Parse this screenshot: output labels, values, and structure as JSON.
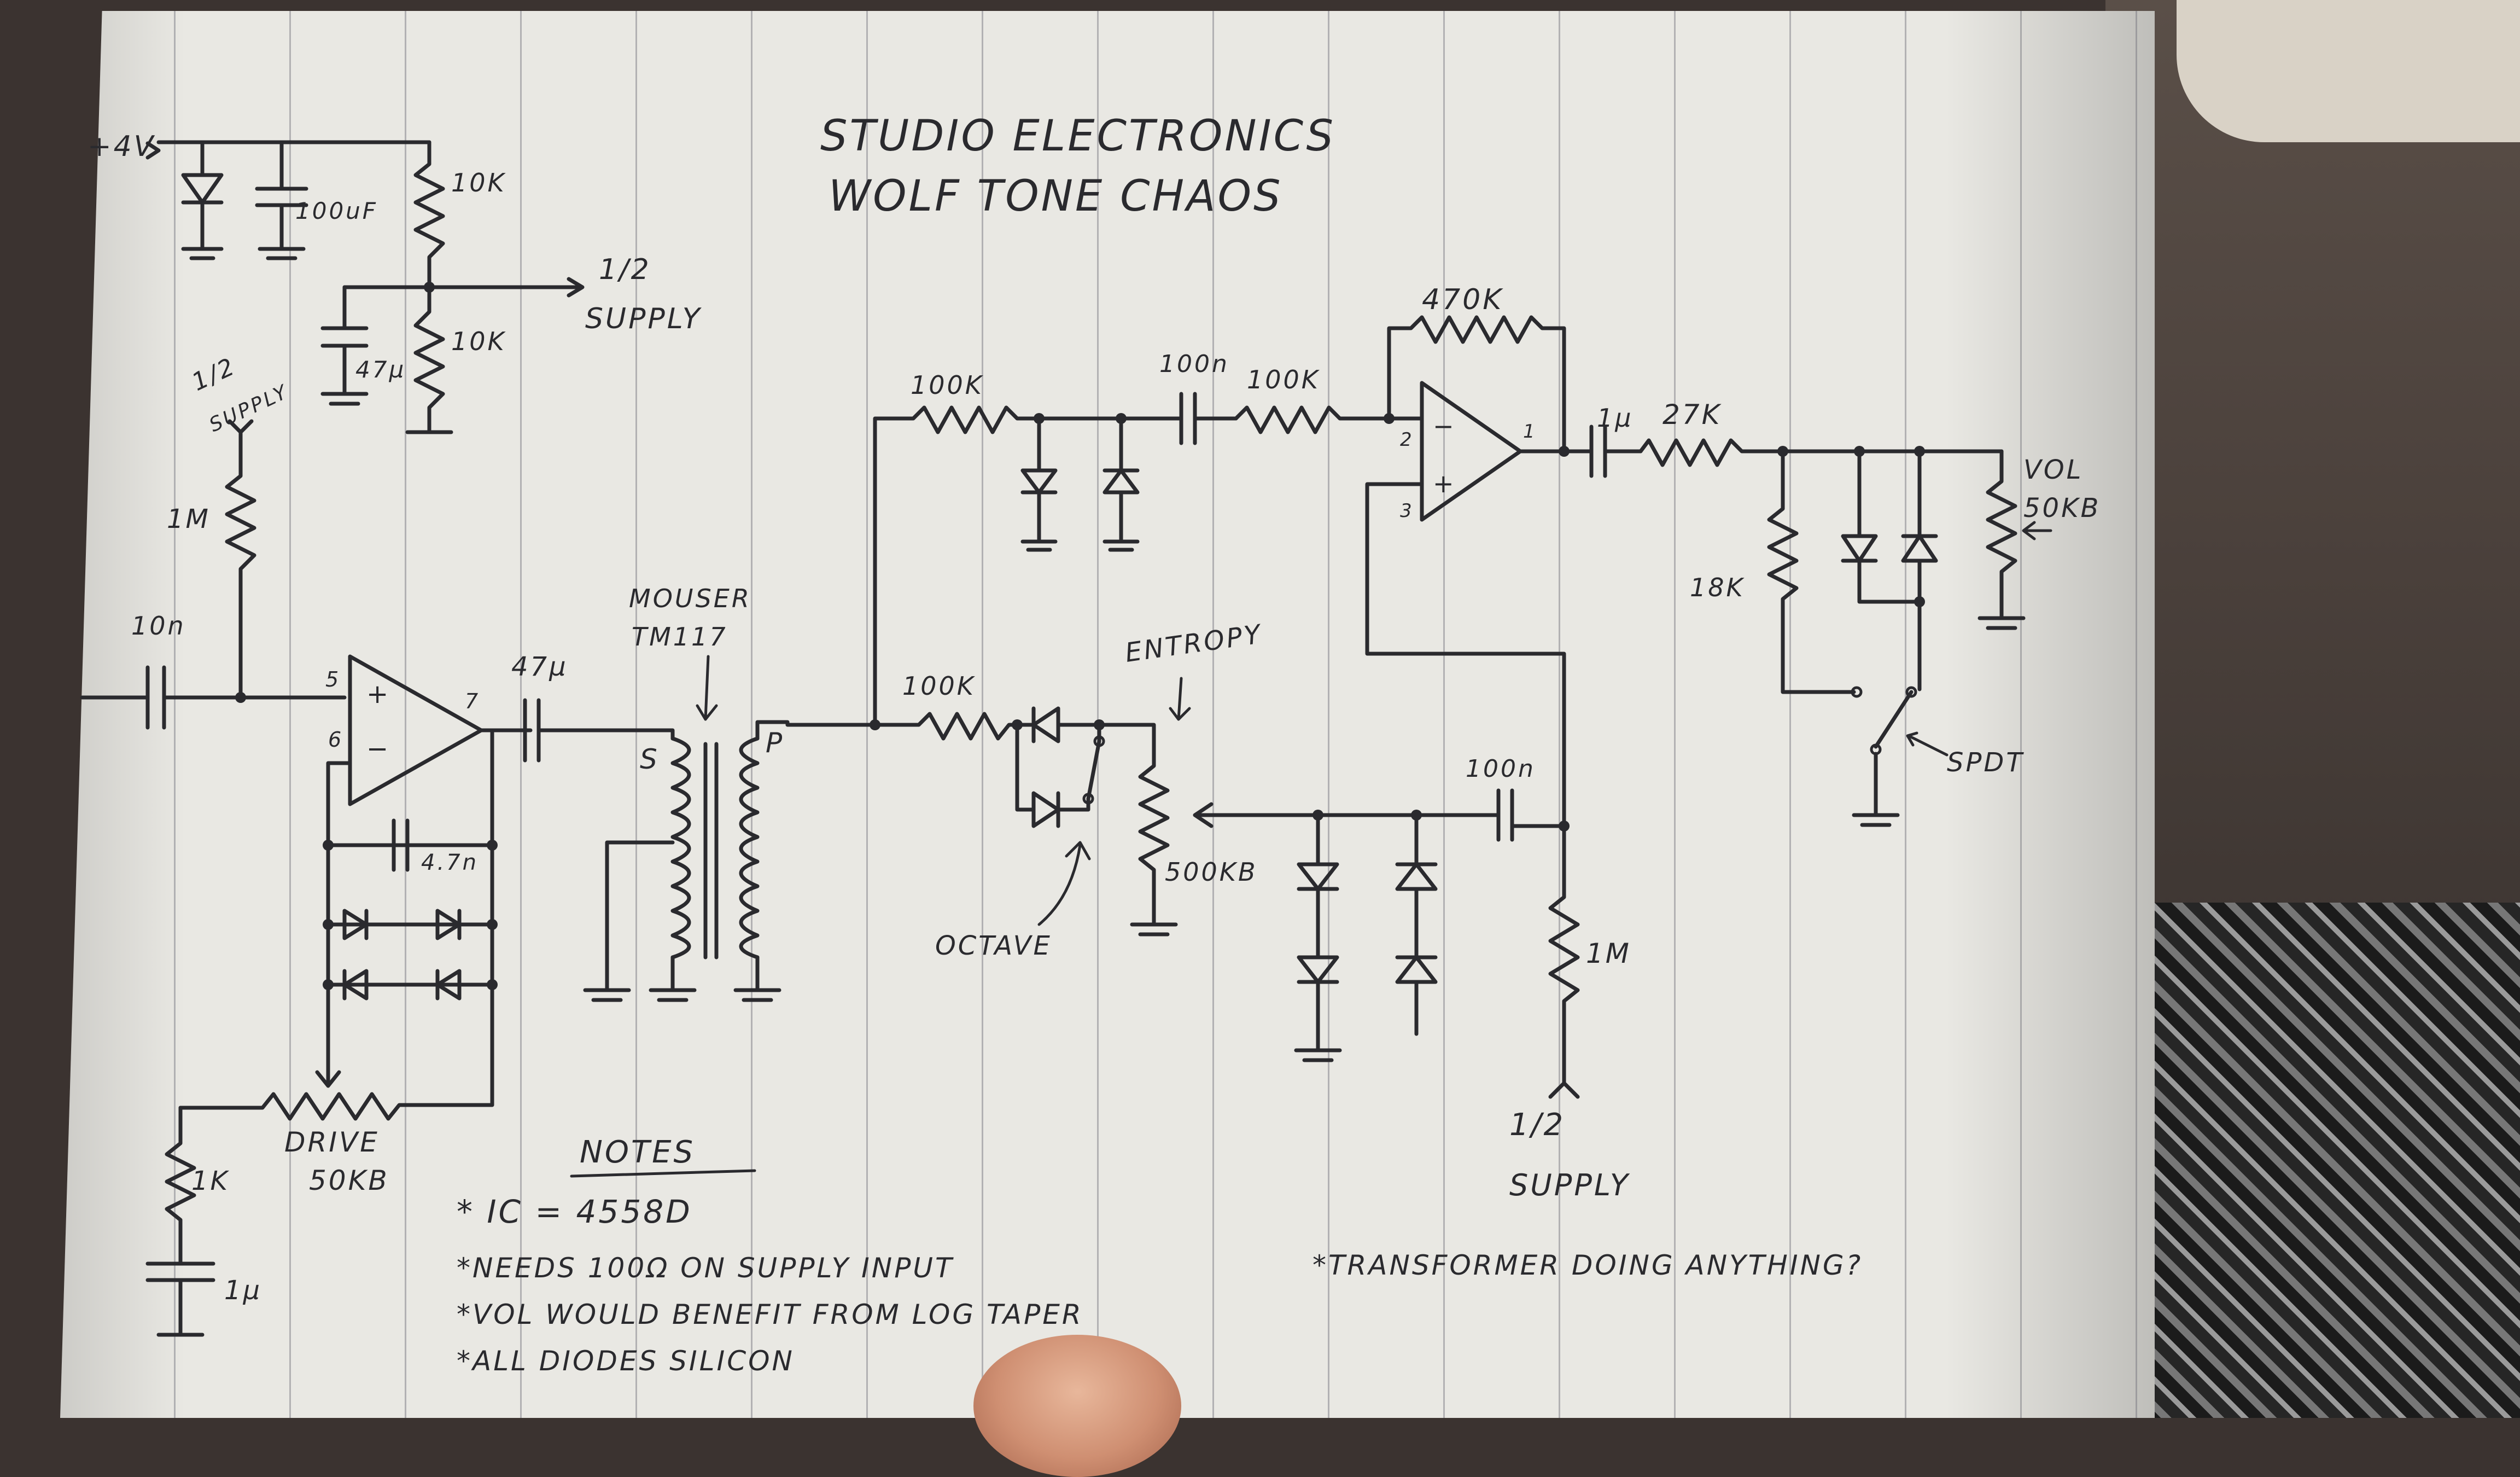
{
  "title": {
    "line1": "STUDIO ELECTRONICS",
    "line2": "WOLF TONE CHAOS"
  },
  "labels": {
    "power_in": "+4V",
    "cap_100uf": "100uF",
    "res_10k_top": "10K",
    "res_10k_bottom": "10K",
    "half_supply_out": "1/2",
    "supply_out": "SUPPLY",
    "cap_47u": "47μ",
    "half_supply_in_label": "1/2",
    "half_supply_in_label2": "SUPPLY",
    "res_1m_bias": "1M",
    "cap_10n": "10n",
    "pin5": "5",
    "pin6": "6",
    "pin7": "7",
    "cap_47u_out": "47μ",
    "cap_47n": "4.7n",
    "mouser_line1": "MOUSER",
    "mouser_line2": "TM117",
    "sec_s": "S",
    "pri_p": "P",
    "res_100k_fb": "100K",
    "cap_100n_mid": "100n",
    "res_100k_in": "100K",
    "res_470k": "470K",
    "pin2": "2",
    "pin3": "3",
    "pin1": "1",
    "cap_1u": "1μ",
    "res_27k": "27K",
    "vol_label": "VOL",
    "vol_value": "50KB",
    "res_18k": "18K",
    "res_100k_low": "100K",
    "entropy": "ENTROPY",
    "pot_500kb": "500KB",
    "octave": "OCTAVE",
    "cap_100n_low": "100n",
    "res_1m_low": "1M",
    "half_supply_bottom": "1/2",
    "supply_bottom": "SUPPLY",
    "spdt": "SPDT",
    "res_1k": "1K",
    "drive": "DRIVE",
    "drive_value": "50KB",
    "cap_1u_bottom": "1μ"
  },
  "notes": {
    "heading": "NOTES",
    "items": [
      "* IC = 4558D",
      "*NEEDS 100Ω ON SUPPLY INPUT",
      "*VOL WOULD BENEFIT FROM LOG TAPER",
      "*ALL DIODES SILICON"
    ],
    "side_note": "*TRANSFORMER DOING ANYTHING?"
  }
}
